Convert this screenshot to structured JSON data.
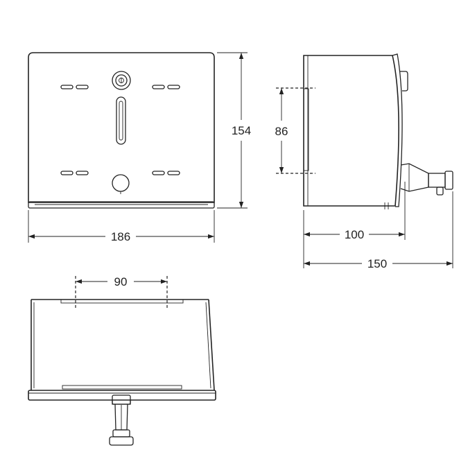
{
  "dimensions": {
    "front_width": "186",
    "front_height": "154",
    "side_hole_spacing": "86",
    "side_depth": "100",
    "side_total_depth": "150",
    "top_hole_spacing": "90"
  }
}
